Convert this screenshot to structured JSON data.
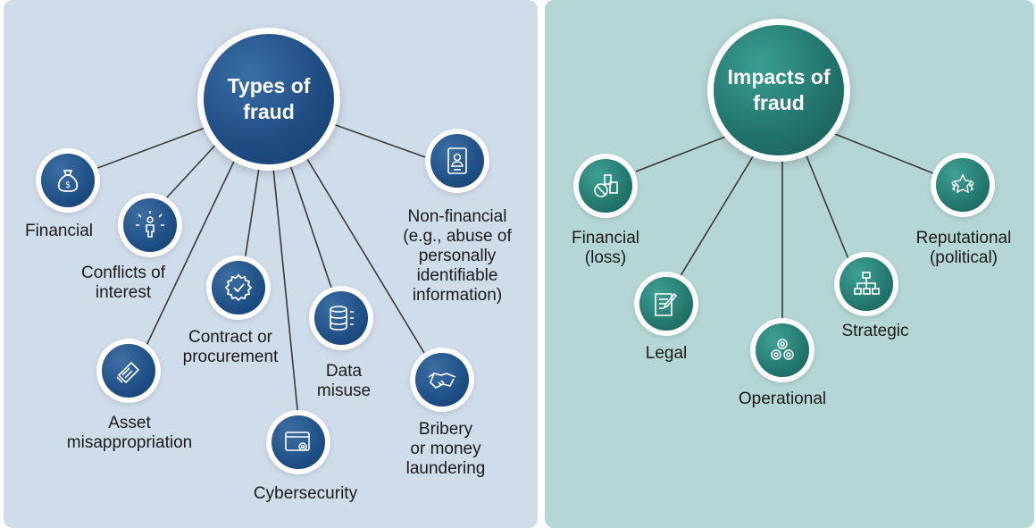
{
  "types": {
    "hub_line1": "Types of",
    "hub_line2": "fraud",
    "financial": "Financial",
    "conflicts": "Conflicts of\ninterest",
    "contract": "Contract or\nprocurement",
    "asset": "Asset\nmisappropriation",
    "cybersecurity": "Cybersecurity",
    "data_misuse": "Data\nmisuse",
    "bribery": "Bribery\nor money\nlaundering",
    "non_financial": "Non-financial\n(e.g., abuse of\npersonally\nidentifiable\ninformation)"
  },
  "impacts": {
    "hub_line1": "Impacts of",
    "hub_line2": "fraud",
    "financial_loss": "Financial\n(loss)",
    "legal": "Legal",
    "operational": "Operational",
    "strategic": "Strategic",
    "reputational": "Reputational\n(political)"
  },
  "colors": {
    "left_panel": "#cfdcea",
    "right_panel": "#b4d6d4",
    "blue": "#1f4e85",
    "teal": "#22756c"
  },
  "icons": {
    "financial": "money-bag-icon",
    "conflicts": "person-arrows-icon",
    "contract": "badge-check-icon",
    "asset": "cash-register-icon",
    "cybersecurity": "browser-gear-icon",
    "data_misuse": "database-icon",
    "bribery": "handshake-icon",
    "non_financial": "id-card-icon",
    "financial_loss": "coins-icon",
    "legal": "document-pen-icon",
    "operational": "gears-icon",
    "strategic": "org-chart-icon",
    "reputational": "stars-icon"
  }
}
